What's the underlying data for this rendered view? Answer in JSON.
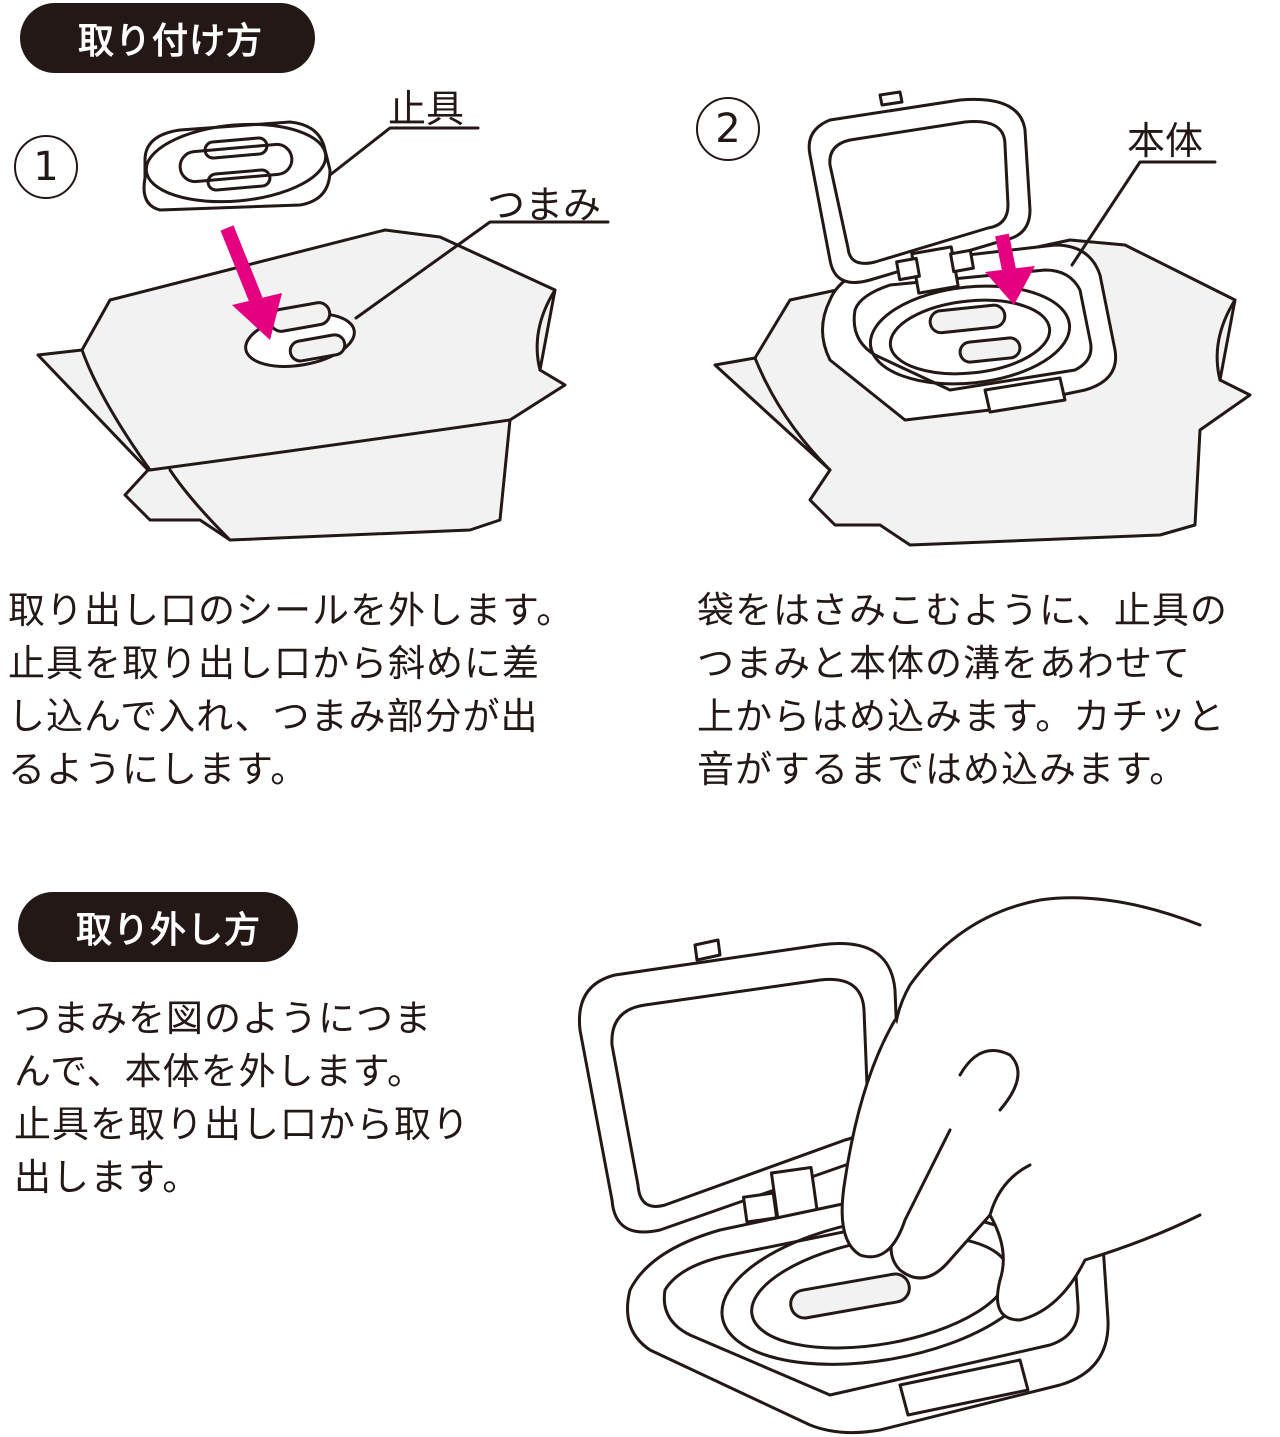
{
  "section_install": {
    "title": "取り付け方"
  },
  "step1": {
    "number": "1",
    "label_stopper": "止具",
    "label_knob": "つまみ",
    "lines": [
      "取り出し口のシールを外します。",
      "止具を取り出し口から斜めに差",
      "し込んで入れ、つまみ部分が出",
      "るようにします。"
    ]
  },
  "step2": {
    "number": "2",
    "label_body": "本体",
    "lines": [
      "袋をはさみこむように、止具の",
      "つまみと本体の溝をあわせて",
      "上からはめ込みます。カチッと",
      "音がするまではめ込みます。"
    ]
  },
  "section_remove": {
    "title": "取り外し方",
    "lines": [
      "つまみを図のようにつま",
      "んで、本体を外します。",
      "止具を取り出し口から取り",
      "出します。"
    ]
  },
  "colors": {
    "pill_bg": "#231815",
    "arrow": "#e4007f",
    "line": "#231815",
    "fill": "#f2f2f2"
  }
}
